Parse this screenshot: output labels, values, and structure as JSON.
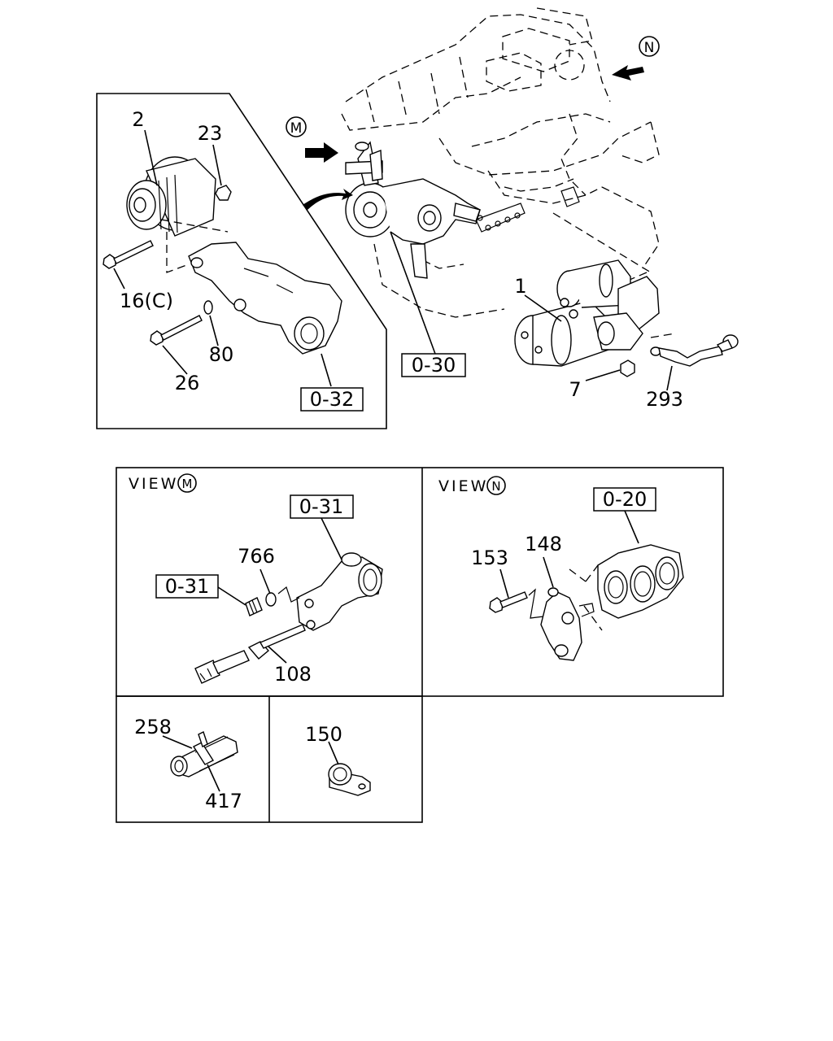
{
  "diagram": {
    "main": {
      "callouts": {
        "alternator": "2",
        "nut_top": "23",
        "bolt_c": "16(C)",
        "bolt_long": "26",
        "washer": "80",
        "starter": "1",
        "nut_starter": "7",
        "cable": "293"
      },
      "refs": {
        "bracket_ref": "0-32",
        "water_pump_ref": "0-30"
      },
      "view_markers": {
        "m": "M",
        "n": "N"
      }
    },
    "view_m": {
      "title": "VIEW",
      "marker": "M",
      "callouts": {
        "washer": "766",
        "sensor": "108"
      },
      "refs": {
        "outlet_ref": "0-31",
        "plug_ref": "0-31"
      }
    },
    "view_n": {
      "title": "VIEW",
      "marker": "N",
      "callouts": {
        "bolt": "153",
        "bracket": "148"
      },
      "refs": {
        "manifold_ref": "0-20"
      }
    },
    "detail_a": {
      "callouts": {
        "sleeve": "258",
        "band": "417"
      }
    },
    "detail_b": {
      "callouts": {
        "clip": "150"
      }
    }
  }
}
